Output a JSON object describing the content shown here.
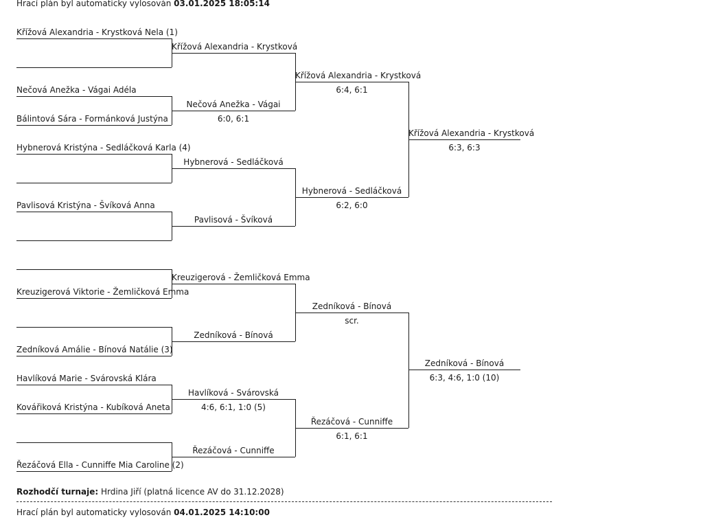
{
  "header_top": {
    "prefix": "Hrací plán byl automaticky vylosován ",
    "datetime": "03.01.2025 18:05:14"
  },
  "round1": {
    "p1a": "Křížová  Alexandria - Krystková Nela (1)",
    "p2b": "Nečová  Anežka - Vágai Adéla",
    "p3a": "Bálintová Sára - Formánková Justýna",
    "p4a": "Hybnerová Kristýna - Sedláčková Karla (4)",
    "p6a": "Pavlisová Kristýna - Švíková Anna",
    "p9b": "Kreuzigerová Viktorie - Žemličková  Emma",
    "p11b": "Zedníková Amálie - Bínová Natálie (3)",
    "p12a": "Havlíková Marie - Svárovská Klára",
    "p13a": "Kovářiková Kristýna - Kubíková Aneta",
    "p15b": "Řezáčová Ella - Cunniffe Mia Caroline (2)"
  },
  "round2": {
    "m1": {
      "name": "Křížová Alexandria - Krystková",
      "score": ""
    },
    "m2": {
      "name": "Nečová Anežka - Vágai",
      "score": "6:0, 6:1"
    },
    "m3": {
      "name": "Hybnerová - Sedláčková",
      "score": ""
    },
    "m4": {
      "name": "Pavlisová - Švíková",
      "score": ""
    },
    "m5": {
      "name": "Kreuzigerová - Žemličková Emma",
      "score": ""
    },
    "m6": {
      "name": "Zedníková - Bínová",
      "score": ""
    },
    "m7": {
      "name": "Havlíková - Svárovská",
      "score": "4:6, 6:1, 1:0 (5)"
    },
    "m8": {
      "name": "Řezáčová - Cunniffe",
      "score": ""
    }
  },
  "round3": {
    "m1": {
      "name": "Křížová Alexandria - Krystková",
      "score": "6:4, 6:1"
    },
    "m2": {
      "name": "Hybnerová - Sedláčková",
      "score": "6:2, 6:0"
    },
    "m3": {
      "name": "Zedníková - Bínová",
      "score": "scr."
    },
    "m4": {
      "name": "Řezáčová - Cunniffe",
      "score": "6:1, 6:1"
    }
  },
  "round4": {
    "m1": {
      "name": "Křížová Alexandria - Krystková",
      "score": "6:3, 6:3"
    },
    "m2": {
      "name": "Zedníková - Bínová",
      "score": "6:3, 4:6, 1:0 (10)"
    }
  },
  "referee": {
    "label": "Rozhodčí turnaje:",
    "value": " Hrdina Jiří (platná licence AV do 31.12.2028)"
  },
  "header_bottom": {
    "prefix": "Hrací plán byl automaticky vylosován ",
    "datetime": "04.01.2025 14:10:00"
  }
}
